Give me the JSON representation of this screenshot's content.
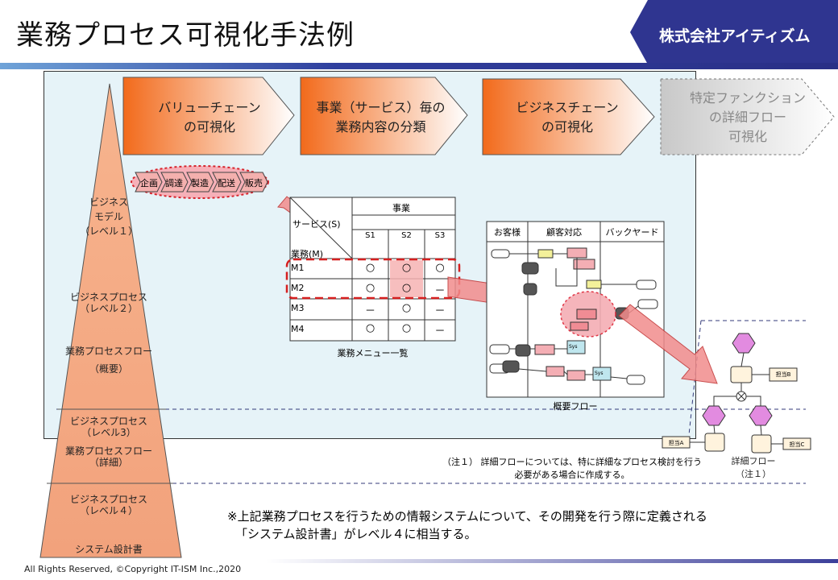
{
  "title": "業務プロセス可視化手法例",
  "company": "株式会社アイティズム",
  "footer": "All Rights Reserved, ©Copyright IT-ISM Inc.,2020",
  "steps": [
    {
      "line1": "バリューチェーン",
      "line2": "の可視化"
    },
    {
      "line1": "事業（サービス）毎の",
      "line2": "業務内容の分類"
    },
    {
      "line1": "ビジネスチェーン",
      "line2": "の可視化"
    },
    {
      "line1": "特定ファンクション",
      "line2": "の詳細フロー",
      "line3": "可視化"
    }
  ],
  "value_chain": [
    "企画",
    "調達",
    "製造",
    "配送",
    "販売"
  ],
  "pyramid": {
    "level1": [
      "ビジネス",
      "モデル",
      "（レベル１）"
    ],
    "level2": [
      "ビジネスプロセス",
      "（レベル２）"
    ],
    "level2b": [
      "業務プロセスフロー",
      "（概要）"
    ],
    "level3": [
      "ビジネスプロセス",
      "（レベル3）"
    ],
    "level3b": [
      "業務プロセスフロー",
      "（詳細）"
    ],
    "level4": [
      "ビジネスプロセス",
      "（レベル４）"
    ],
    "level4b": "システム設計書"
  },
  "matrix": {
    "header_business": "事業",
    "header_service": "サービス(S)",
    "header_task": "業務(M)",
    "cols": [
      "S1",
      "S2",
      "S3"
    ],
    "rows": [
      {
        "name": "M1",
        "cells": [
          "○",
          "○",
          "○"
        ]
      },
      {
        "name": "M2",
        "cells": [
          "○",
          "○",
          "－"
        ]
      },
      {
        "name": "M3",
        "cells": [
          "－",
          "○",
          "－"
        ]
      },
      {
        "name": "M4",
        "cells": [
          "○",
          "○",
          "－"
        ]
      }
    ],
    "caption": "業務メニュー一覧"
  },
  "flow": {
    "lanes": [
      "お客様",
      "顧客対応",
      "バックヤード"
    ],
    "caption": "概要フロー",
    "sys_label": "Sys"
  },
  "detail": {
    "roles": [
      "担当B",
      "担当A",
      "担当C"
    ],
    "caption1": "詳細フロー",
    "caption2": "（注１）"
  },
  "note1_line1": "（注１） 詳細フローについては、特に詳細なプロセス検討を行う",
  "note1_line2": "必要がある場合に作成する。",
  "note2_line1": "※上記業務プロセスを行うための情報システムについて、その開発を行う際に定義される",
  "note2_line2": "「システム設計書」がレベル４に相当する。"
}
